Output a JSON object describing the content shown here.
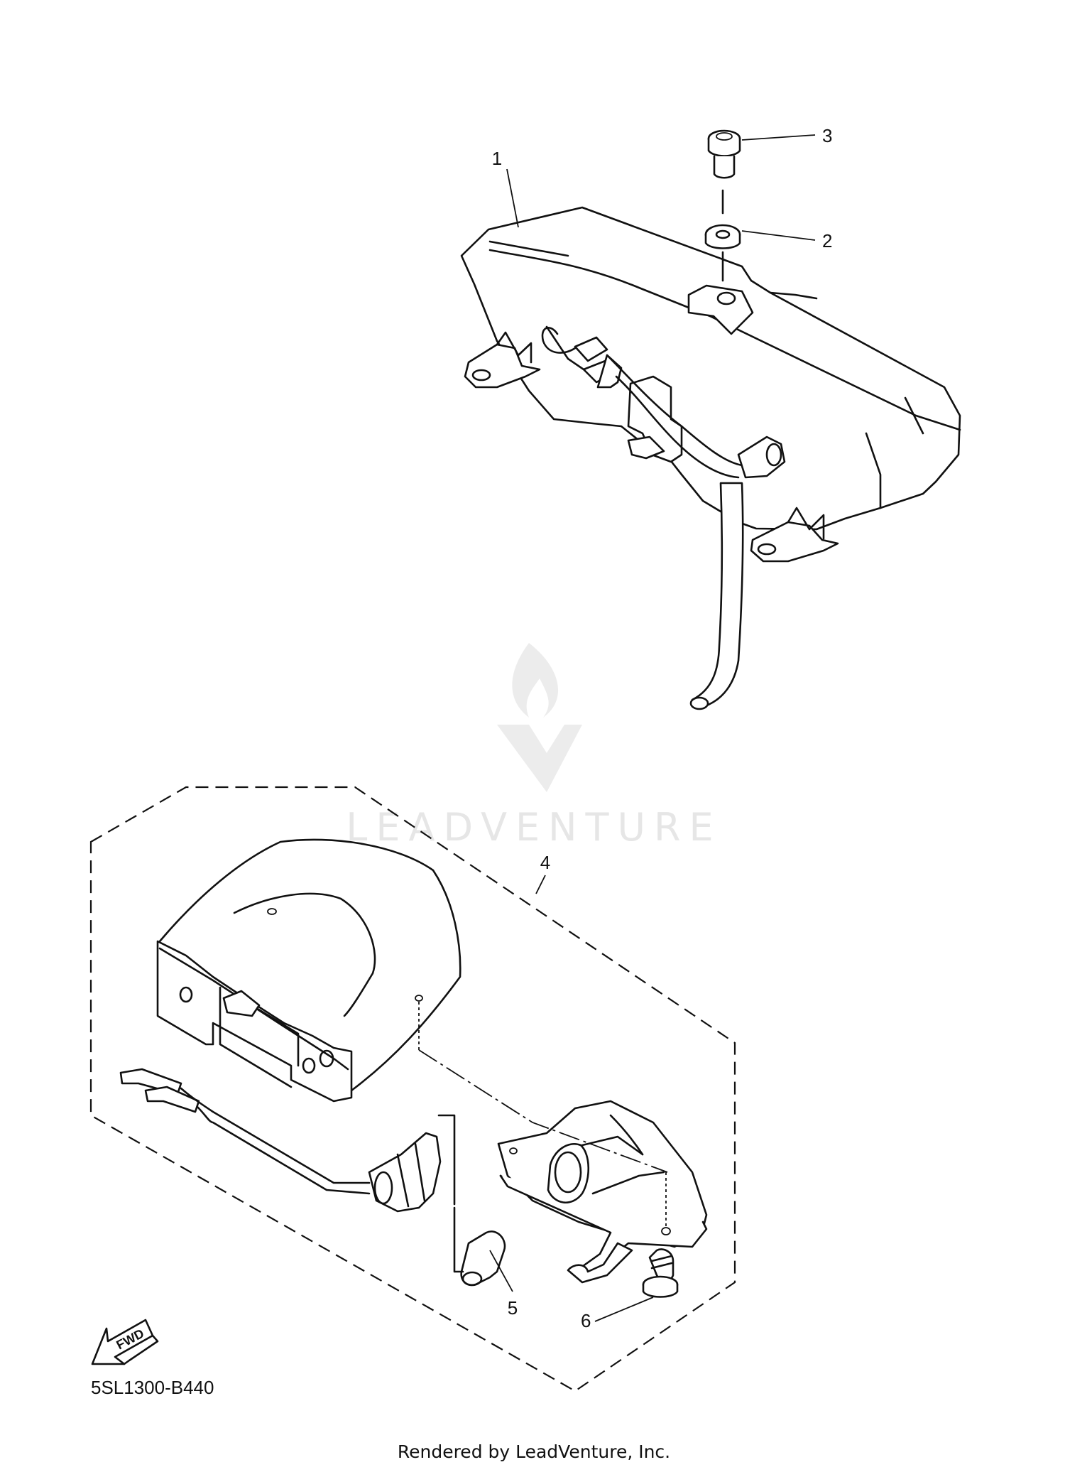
{
  "diagram": {
    "callouts": [
      "1",
      "2",
      "3",
      "4",
      "5",
      "6"
    ],
    "diagram_code": "5SL1300-B440",
    "fwd_label": "FWD",
    "watermark": "LEADVENTURE",
    "footer": "Rendered by LeadVenture, Inc."
  }
}
